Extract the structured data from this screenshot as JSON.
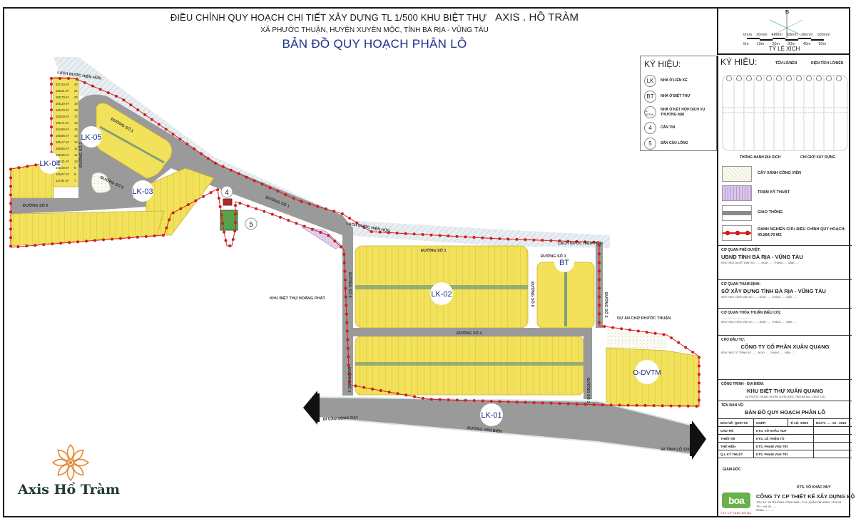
{
  "header": {
    "title_main": "ĐIỀU CHỈNH QUY HOẠCH CHI TIẾT XÂY DỰNG TL 1/500 KHU BIỆT THỰ",
    "title_brand": "AXIS . HỒ TRÀM",
    "subtitle": "XÃ PHƯỚC THUẬN, HUYỆN XUYÊN MỘC, TỈNH BÀ RỊA - VŨNG TÀU",
    "map_title": "BẢN ĐỒ QUY HOẠCH PHÂN LÔ"
  },
  "scale_bar": {
    "north_label": "B",
    "mm_ticks": [
      "0mm",
      "20mm",
      "40mm",
      "60mm",
      "80mm",
      "100mm"
    ],
    "m_ticks": [
      "0m",
      "10m",
      "20m",
      "30m",
      "40m",
      "50m"
    ],
    "caption": "TỶ LỆ XÍCH"
  },
  "legend_symbols": {
    "title": "KÝ HIỆU:",
    "items": [
      {
        "code": "LK",
        "label": "NHÀ Ở LIÊN KẾ"
      },
      {
        "code": "BT",
        "label": "NHÀ Ở BIỆT THỰ"
      },
      {
        "code": "O-DVTM",
        "label": "NHÀ Ở KẾT HỢP DỊCH VỤ THƯƠNG MẠI"
      },
      {
        "code": "4",
        "label": "CĂN TIN"
      },
      {
        "code": "5",
        "label": "SÂN CẦU LÔNG"
      }
    ]
  },
  "legend_lots": {
    "title": "KÝ HIỆU:",
    "lot_name_label": "TÊN LÔ/NỀN",
    "lot_area_label": "DIỆN TÍCH LÔ/NỀN",
    "lot_marker": "N",
    "boundary_label": "THÔNG HÀNH ĐỊA DỊCH",
    "setback_label": "CHỈ GIỚI XÂY DỰNG",
    "areas": [
      {
        "label": "CÂY XANH CÔNG VIÊN",
        "color": "#f4f1e0"
      },
      {
        "label": "TRẠM KỸ THUẬT",
        "color": "#d9c6ea"
      },
      {
        "label": "GIAO THÔNG",
        "color": "#8a8a8a"
      },
      {
        "label": "RANH NGHIÊN CỨU ĐIỀU CHỈNH QUY HOẠCH:",
        "value": "43.284,70 M2",
        "color": "#d01c1c"
      }
    ]
  },
  "approvals": {
    "approver_label": "CƠ QUAN PHÊ DUYỆT:",
    "approver": "UBND TỈNH BÀ RỊA - VŨNG TÀU",
    "approver_note": "KÈM THEO QUYẾT ĐỊNH SỐ ........ NGÀY ...... THÁNG ...... NĂM ......",
    "appraiser_label": "CƠ QUAN THẨM ĐỊNH:",
    "appraiser": "SỞ XÂY DỰNG TỈNH BÀ RỊA - VŨNG TÀU",
    "appraiser_note": "KÈM THEO CÔNG VĂN SỐ ........ NGÀY ...... THÁNG ...... NĂM ......",
    "agreement_label": "CƠ QUAN THỎA THUẬN (NẾU CÓ):",
    "agreement_blank": "..........................................",
    "agreement_note": "KÈM THEO CÔNG VĂN SỐ ........ NGÀY ...... THÁNG ...... NĂM ......",
    "investor_label": "CHỦ ĐẦU TƯ:",
    "investor": "CÔNG TY CỔ PHẦN XUÂN QUANG",
    "investor_note": "KÈM THEO TỜ TRÌNH SỐ ........ NGÀY ...... THÁNG ...... NĂM ......",
    "project_label": "CÔNG TRÌNH - ĐỊA ĐIỂM:",
    "project": "KHU BIỆT THỰ XUÂN QUANG",
    "project_note": "XÃ PHƯỚC THUẬN, HUYỆN XUYÊN MỘC, TỈNH BÀ RỊA - VŨNG TÀU",
    "drawing_label": "TÊN BẢN VẼ:",
    "drawing": "BẢN ĐỒ QUY HOẠCH PHÂN LÔ"
  },
  "title_table": {
    "row1": [
      "BẢN VẼ: QH07-05",
      "GHÉP:",
      "TỈ LỆ: 1/500",
      "NGÀY: ... - 02 - 2019"
    ],
    "roles": [
      {
        "role": "CHỦ TRÌ",
        "name": "KTS. VÕ KHẮC HUY"
      },
      {
        "role": "THIẾT KẾ",
        "name": "KTS. LÊ THIỆN TÔ"
      },
      {
        "role": "THỂ HIỆN",
        "name": "KTS. PHẠM VĂN TRÍ"
      },
      {
        "role": "Q.L KỸ THUẬT",
        "name": "KTS. PHẠM VĂN TRÍ"
      }
    ],
    "director_label": "GIÁM ĐỐC",
    "director_name": "KTS. VÕ KHẮC HUY"
  },
  "designer_company": {
    "mark": "boa",
    "short": "CTY CP TKXD BỘ BA",
    "name": "CÔNG TY CP THIẾT KẾ XÂY DỰNG BỘ BA",
    "address": "TRỤ SỞ: 05 TRƯỜNG CÔNG ĐỊNH, P.14, QUẬN TÂN BÌNH, TP.HCM",
    "phone": "TEL: +84 28 ......",
    "email": "EMAIL: ..........."
  },
  "brand": {
    "name": "Axis Hồ Tràm",
    "logo_color": "#e58a3b",
    "text_color": "#1f3a2e"
  },
  "map": {
    "colors": {
      "lot": "#f2e15a",
      "lot_edge": "#c9b22e",
      "road": "#9a9a9a",
      "road_edge": "#d8e6ea",
      "boundary": "#d01c1c",
      "canal": "#dbe6ee",
      "median": "#7fa07a",
      "label_text": "#1c2f8c"
    },
    "blocks": [
      {
        "code": "LK-05"
      },
      {
        "code": "LK-04"
      },
      {
        "code": "LK-03"
      },
      {
        "code": "LK-02"
      },
      {
        "code": "BT"
      },
      {
        "code": "O-DVTM"
      },
      {
        "code": "LK-01"
      }
    ],
    "facilities": [
      {
        "code": "4"
      },
      {
        "code": "5"
      }
    ],
    "labels": {
      "canal_top": "LẠCH NƯỚC HIỆN HỮU",
      "canal_mid": "LẠCH NƯỚC HIỆN HỮU",
      "canal_right": "LẠCH NƯỚC HIỆN HỮU",
      "road1_a": "ĐƯỜNG SỐ 1",
      "road1_b": "ĐƯỜNG SỐ 1",
      "road1_c": "ĐƯỜNG SỐ 1",
      "road1_d": "ĐƯỜNG SỐ 1",
      "road2": "ĐƯỜNG SỐ 2",
      "road3": "ĐƯỜNG SỐ 3",
      "road4": "ĐƯỜNG SỐ 4",
      "road5": "ĐƯỜNG SỐ 5",
      "road6": "ĐƯỜNG SỐ 6",
      "road7": "ĐƯỜNG SỐ 7",
      "road8": "ĐƯỜNG SỐ 8",
      "road8b": "ĐƯỜNG SỐ 8",
      "road9": "ĐƯỜNG SỐ 9",
      "hoang_phat": "KHU BIỆT THỰ HOÀNG PHÁT",
      "cho_phuoc_thuan": "DỰ ÁN CHỢ PHƯỚC THUẬN",
      "ven_bien": "ĐƯỜNG VEN BIỂN",
      "to_bridge": "ĐI CẦU SÔNG RAY",
      "to_provincial": "ĐI TỈNH LỘ 328"
    },
    "lk04_areas": [
      "117,84 m²",
      "105,87 m²",
      "105,00 m²",
      "105,31 m²",
      "105,35 m²",
      "105,86 m²",
      "105,17 m²",
      "106,85 m²",
      "104,89 m²",
      "105,71 m²",
      "105,00 m²",
      "105,70 m²",
      "105,20 m²",
      "105,70 m²",
      "105,21 m²",
      "107,34 m²"
    ],
    "lk04_numbers": [
      "7",
      "8",
      "9",
      "10",
      "11",
      "12",
      "13",
      "14",
      "15",
      "16",
      "17",
      "18",
      "19",
      "20",
      "21",
      "22"
    ]
  }
}
